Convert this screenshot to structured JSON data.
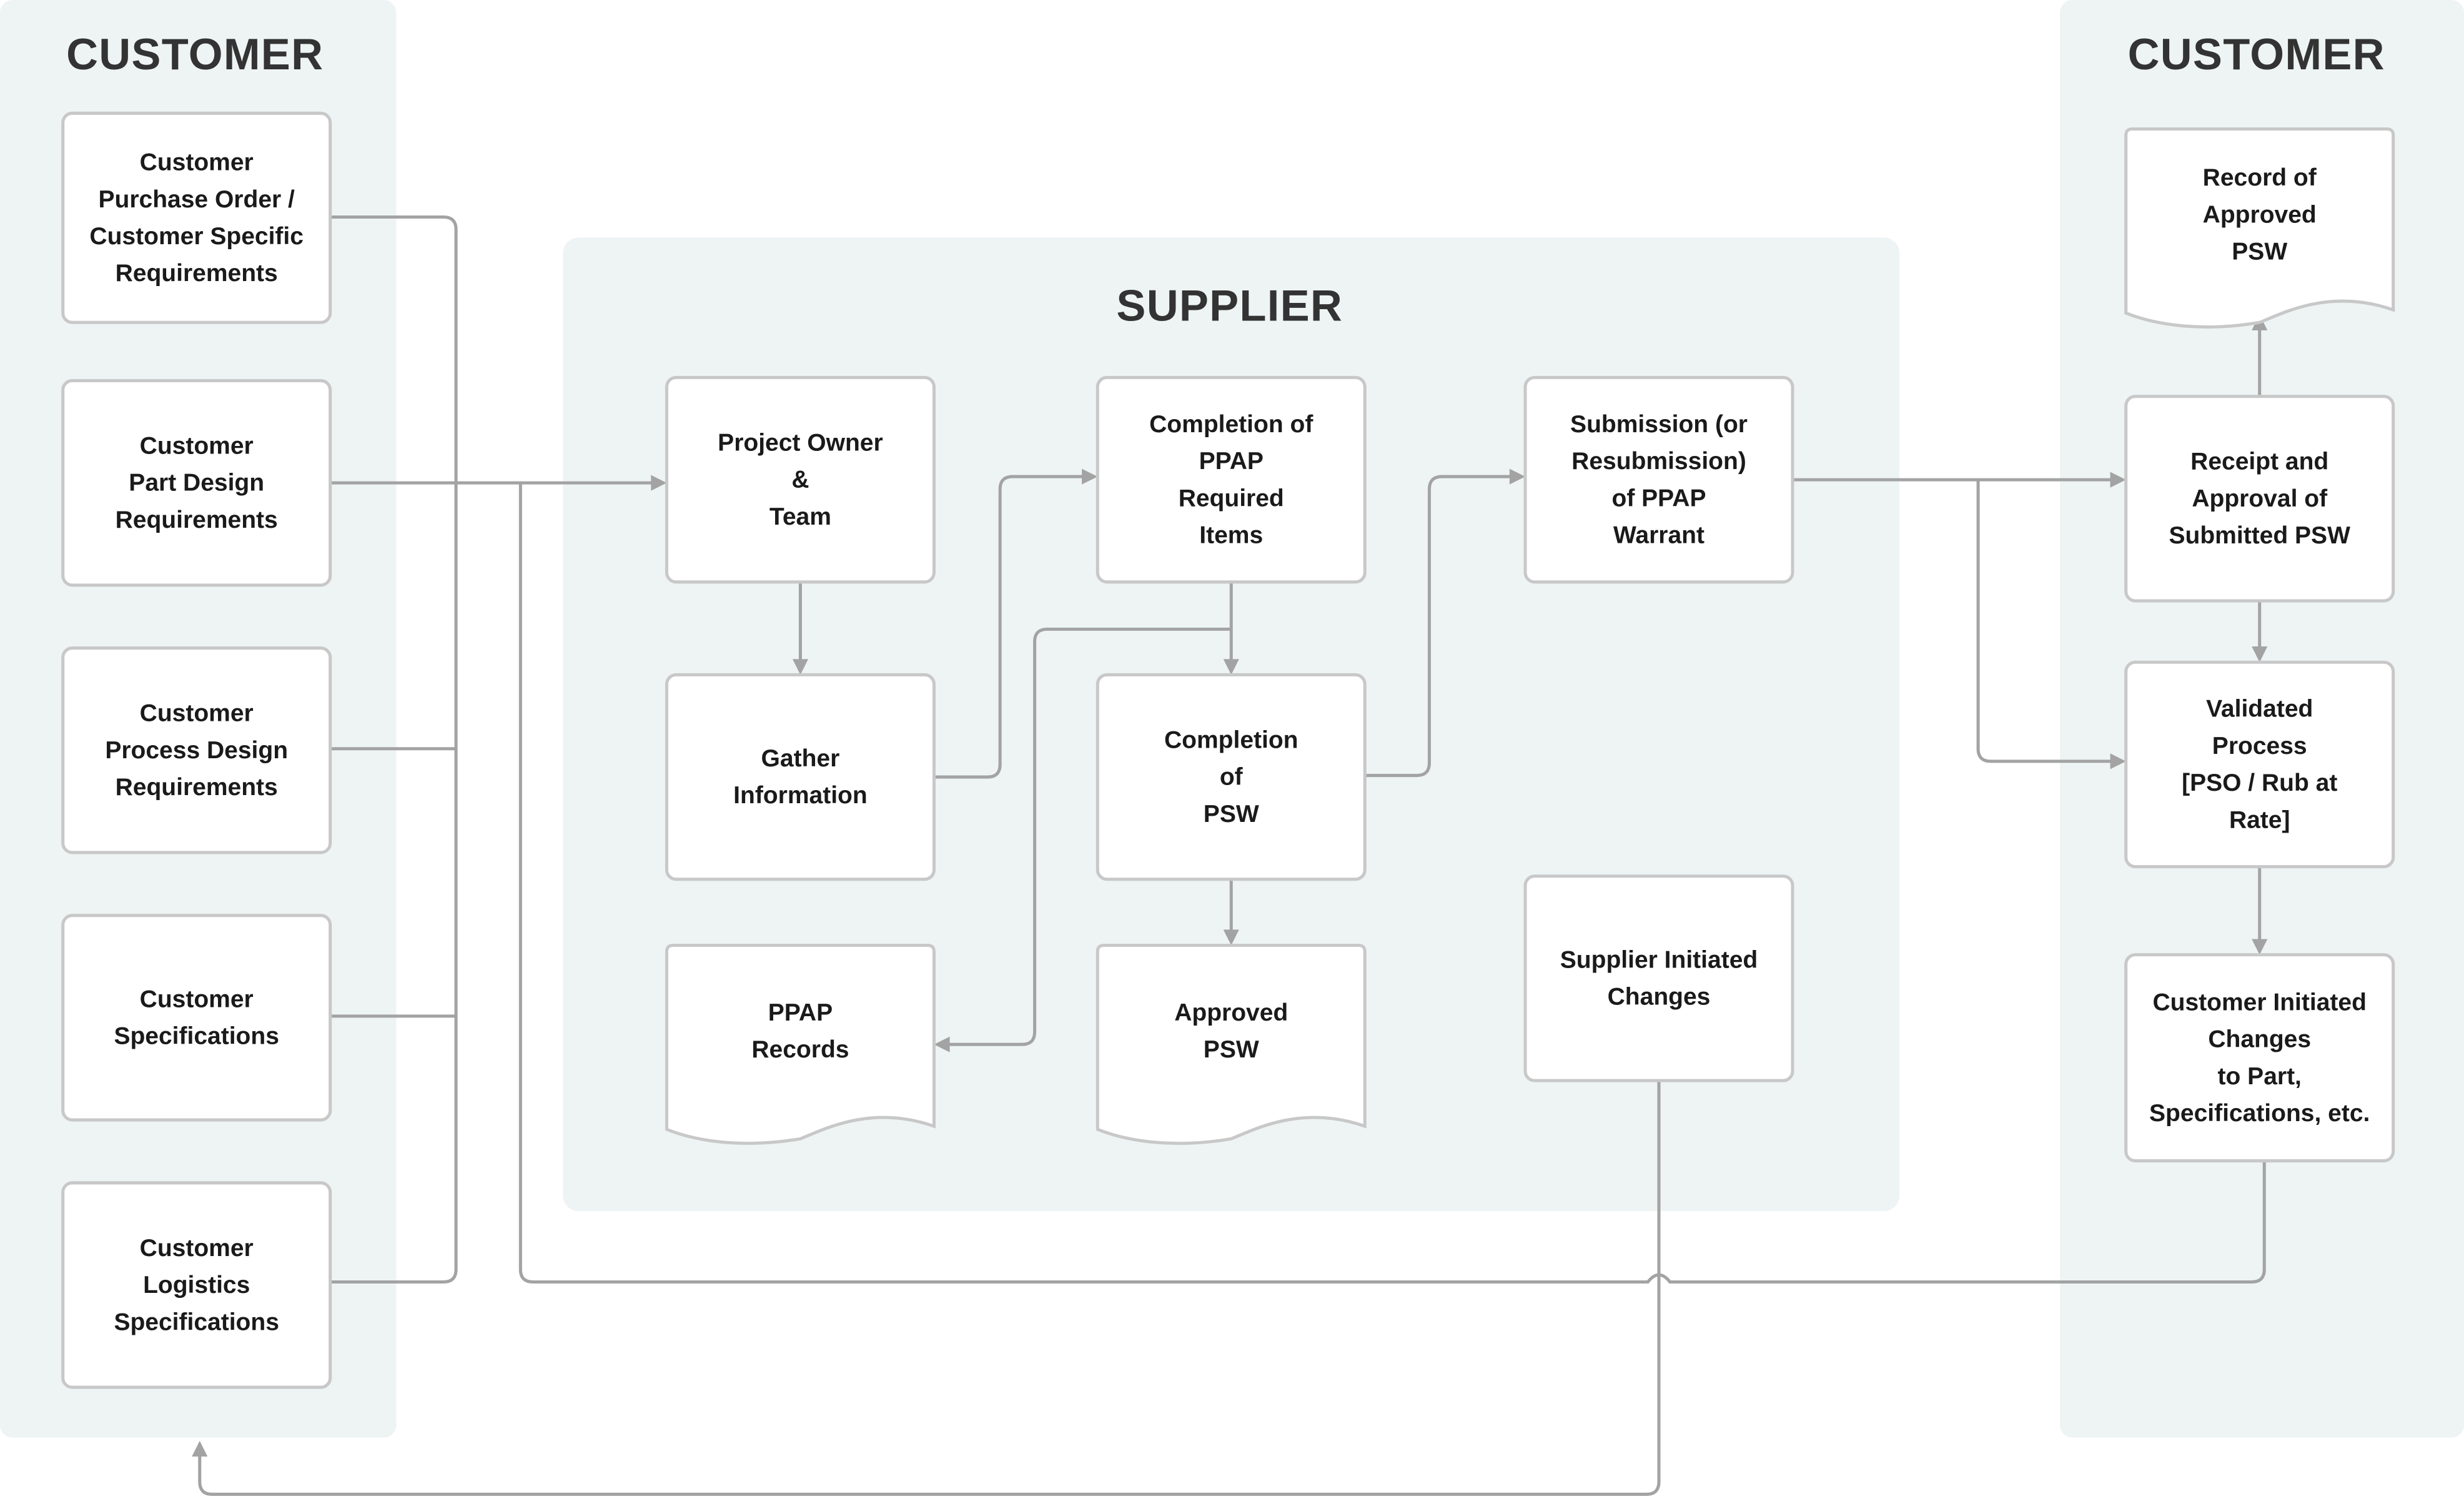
{
  "panels": {
    "customer_left_title": "CUSTOMER",
    "supplier_title": "SUPPLIER",
    "customer_right_title": "CUSTOMER"
  },
  "colors": {
    "panel": "#eef4f4",
    "connector": "#a3a3a3",
    "box_border": "#c8c8c8",
    "text": "#1a1a1a"
  },
  "nodes": [
    {
      "id": "cust-po",
      "shape": "box",
      "lines": [
        "Customer",
        "Purchase Order /",
        "Customer Specific",
        "Requirements"
      ]
    },
    {
      "id": "cust-part-design",
      "shape": "box",
      "lines": [
        "Customer",
        "Part Design",
        "Requirements"
      ]
    },
    {
      "id": "cust-process-design",
      "shape": "box",
      "lines": [
        "Customer",
        "Process Design",
        "Requirements"
      ]
    },
    {
      "id": "cust-specs",
      "shape": "box",
      "lines": [
        "Customer",
        "Specifications"
      ]
    },
    {
      "id": "cust-logistics",
      "shape": "box",
      "lines": [
        "Customer",
        "Logistics",
        "Specifications"
      ]
    },
    {
      "id": "project-owner",
      "shape": "box",
      "lines": [
        "Project Owner",
        "&",
        "Team"
      ]
    },
    {
      "id": "gather-info",
      "shape": "box",
      "lines": [
        "Gather",
        "Information"
      ]
    },
    {
      "id": "ppap-records",
      "shape": "document",
      "lines": [
        "PPAP",
        "Records"
      ]
    },
    {
      "id": "completion-ppap",
      "shape": "box",
      "lines": [
        "Completion of",
        "PPAP",
        "Required",
        "Items"
      ]
    },
    {
      "id": "completion-psw",
      "shape": "box",
      "lines": [
        "Completion",
        "of",
        "PSW"
      ]
    },
    {
      "id": "approved-psw",
      "shape": "document",
      "lines": [
        "Approved",
        "PSW"
      ]
    },
    {
      "id": "submission",
      "shape": "box",
      "lines": [
        "Submission (or",
        "Resubmission)",
        "of PPAP",
        "Warrant"
      ]
    },
    {
      "id": "supplier-changes",
      "shape": "box",
      "lines": [
        "Supplier Initiated",
        "Changes"
      ]
    },
    {
      "id": "record-approved-psw",
      "shape": "document",
      "lines": [
        "Record of",
        "Approved",
        "PSW"
      ]
    },
    {
      "id": "receipt-approval",
      "shape": "box",
      "lines": [
        "Receipt and",
        "Approval of",
        "Submitted PSW"
      ]
    },
    {
      "id": "validated-process",
      "shape": "box",
      "lines": [
        "Validated",
        "Process",
        "[PSO / Rub at",
        "Rate]"
      ]
    },
    {
      "id": "customer-changes",
      "shape": "box",
      "lines": [
        "Customer Initiated",
        "Changes",
        "to Part,",
        "Specifications, etc."
      ]
    }
  ]
}
